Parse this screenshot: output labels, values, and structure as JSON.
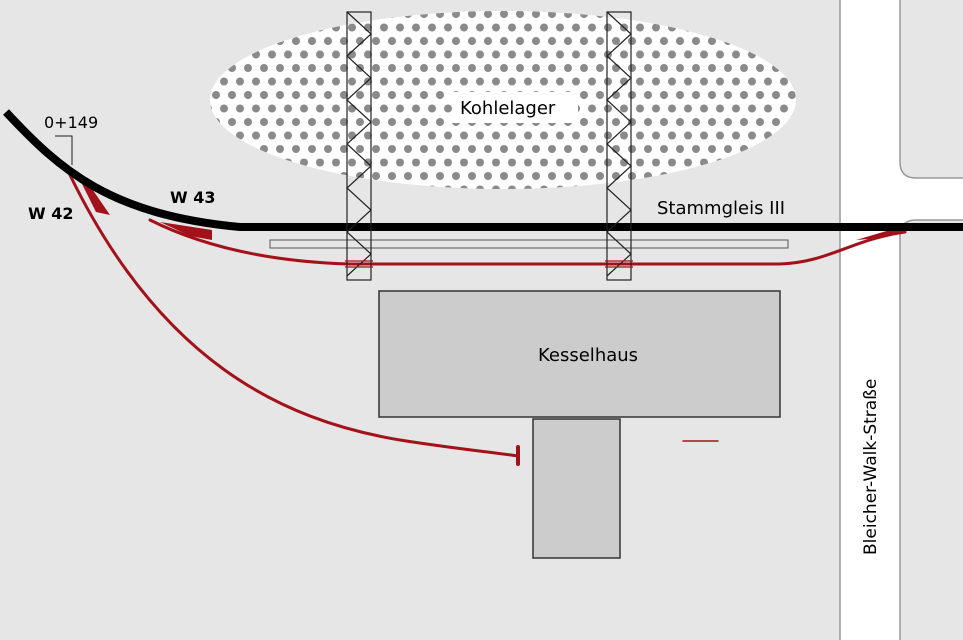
{
  "labels": {
    "coal_storage": "Kohlelager",
    "main_track": "Stammgleis III",
    "boiler_house": "Kesselhaus",
    "street": "Bleicher-Walk-Straße",
    "switch_42": "W 42",
    "switch_43": "W 43",
    "chainage": "0+149"
  },
  "colors": {
    "background": "#e6e6e6",
    "main_track": "#000000",
    "siding": "#a3111b",
    "building": "#cccccc",
    "road": "#ffffff",
    "coal_dots": "#8a8a8a"
  }
}
